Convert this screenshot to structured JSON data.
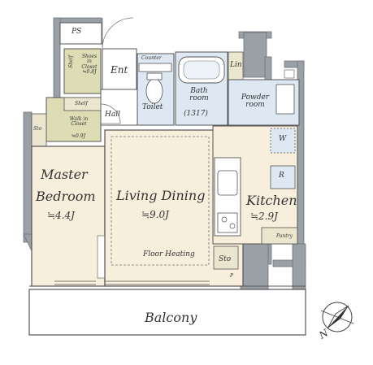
{
  "rooms": {
    "ps": "PS",
    "ent": "Ent",
    "counter": "Counter",
    "lin": "Lin",
    "shelf_vertical": "Shelf",
    "shoes_closet": "Shoes in Closet ≒0.8J",
    "toilet": "Toilet",
    "bath_name": "Bath room",
    "bath_size": "(1317)",
    "powder_room": "Powder room",
    "hall": "Hall",
    "shelf": "Shelf",
    "walk_in_closet_name": "Walk in Closet",
    "walk_in_closet_size": "≒0.9J",
    "sto_left": "Sto",
    "w_label": "W",
    "r_label": "R",
    "master_bedroom_line1": "Master",
    "master_bedroom_line2": "Bedroom",
    "master_bedroom_size": "≒4.4J",
    "living_dining": "Living Dining",
    "living_dining_size": "≒9.0J",
    "kitchen": "Kitchen",
    "kitchen_size": "≒2.9J",
    "pantry": "Pantry",
    "floor_heating": "Floor Heating",
    "sto_bottom": "Sto",
    "p_label": "P",
    "balcony": "Balcony",
    "north": "N"
  },
  "colors": {
    "wall": "#9aa0a6",
    "wall_dark": "#8a9097",
    "wet_area": "#dde8f3",
    "living_floor": "#f7eedb",
    "storage": "#ebe7cf",
    "closet": "#ddddb5",
    "line": "#555555"
  }
}
